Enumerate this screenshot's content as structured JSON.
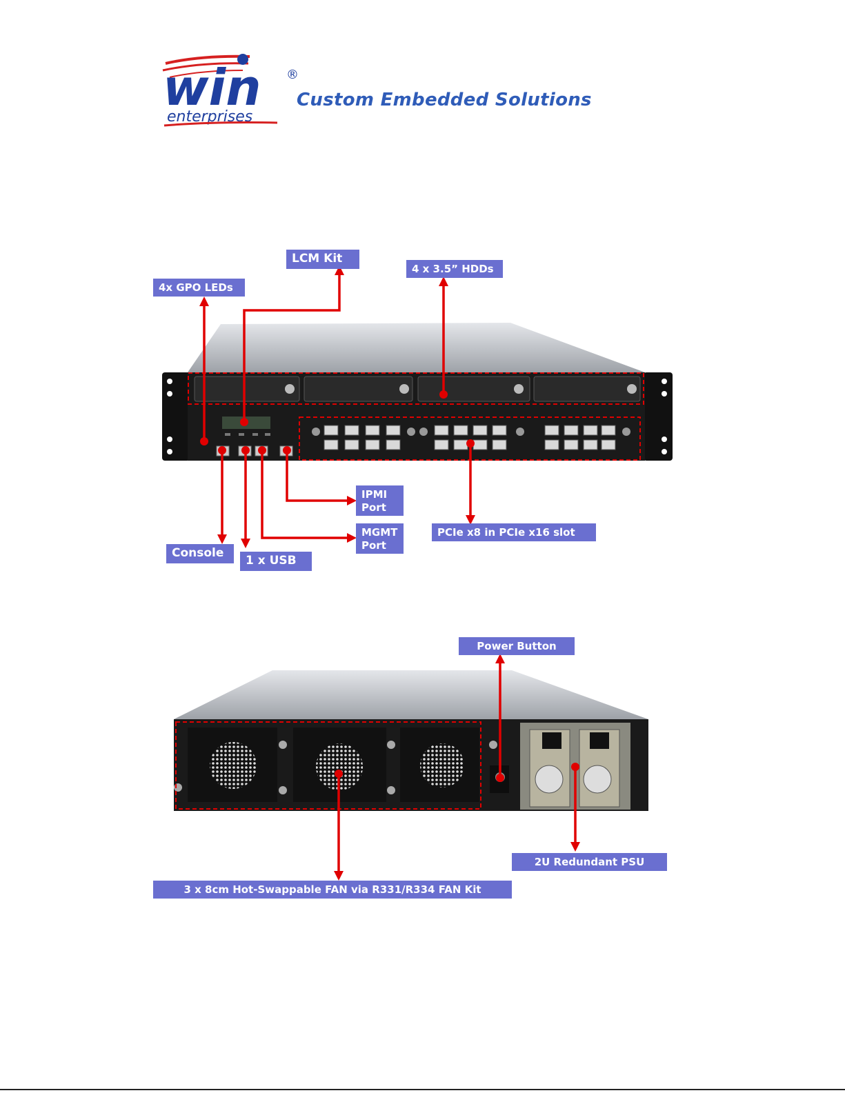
{
  "header": {
    "logo_word": "win",
    "logo_subword": "enterprises",
    "logo_registered": "®",
    "tagline": "Custom Embedded Solutions"
  },
  "front_panel": {
    "callouts": {
      "gpo_leds": "4x GPO LEDs",
      "lcm_kit": "LCM Kit",
      "hdds": "4 x 3.5” HDDs",
      "ipmi_port": "IPMI\nPort",
      "mgmt_port": "MGMT\nPort",
      "pcie": "PCIe x8 in PCIe x16 slot",
      "console": "Console",
      "usb": "1 x USB"
    }
  },
  "rear_panel": {
    "callouts": {
      "power_button": "Power Button",
      "psu": "2U Redundant PSU",
      "fan": "3 x 8cm Hot-Swappable FAN via R331/R334  FAN Kit"
    }
  },
  "colors": {
    "callout_bg": "#6a6fd0",
    "arrow": "#e00000",
    "chassis": "#1a1a1a",
    "lid": "#b9bcc2",
    "brand_blue": "#1f3f9f",
    "brand_red": "#d62020"
  }
}
